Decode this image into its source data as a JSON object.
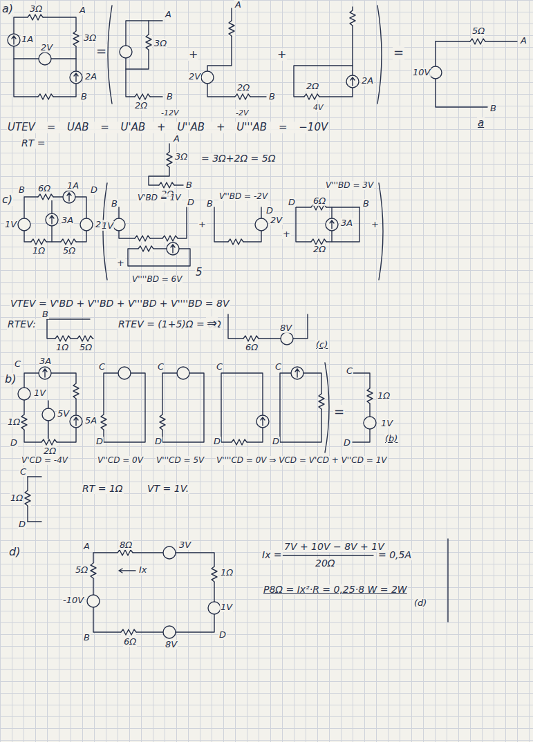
{
  "diagram": {
    "labels": [
      "a)",
      "3Ω",
      "A",
      "3Ω",
      "1A",
      "2V",
      "2A",
      "B",
      "=",
      "A",
      "3Ω",
      "2Ω",
      "B",
      "+",
      "A",
      "2V",
      "2Ω",
      "B",
      "+",
      "2A",
      "2Ω",
      "=",
      "5Ω",
      "A",
      "10V",
      "B",
      "a",
      "-12V",
      "-2V",
      "4V",
      "UTEV = UAB = U'AB + U''AB + U'''AB = −10V",
      "RT =",
      "A",
      "3Ω",
      "2Ω",
      "B",
      "= 3Ω+2Ω = 5Ω",
      "c)",
      "B",
      "6Ω",
      "1A",
      "D",
      "1V",
      "3A",
      "2V",
      "1Ω",
      "5Ω",
      "B",
      "V'BD = 1V",
      "D",
      "1V",
      "+",
      "5",
      "V''''BD = 6V",
      "+",
      "B",
      "V''BD = -2V",
      "D",
      "2V",
      "+",
      "D",
      "V'''BD = 3V",
      "6Ω",
      "3A",
      "2Ω",
      "B",
      "+",
      "VTEV = V'BD + V''BD + V'''BD + V''''BD = 8V",
      "RTEV:",
      "B",
      "1Ω",
      "5Ω",
      "RTEV = (1+5)Ω = 6Ω",
      "⇒",
      "6Ω",
      "8V",
      "(c)",
      "b)",
      "C",
      "3A",
      "1V",
      "5V",
      "1Ω",
      "5A",
      "2Ω",
      "D",
      "C",
      "D",
      "C",
      "D",
      "C",
      "D",
      "C",
      "D",
      "V'CD = -4V",
      "V''CD = 0V",
      "V'''CD = 5V",
      "V''''CD = 0V ⇒ VCD = V'CD + V''CD = 1V",
      "=",
      "C",
      "1Ω",
      "1V",
      "D",
      "(b)",
      "C",
      "1Ω",
      "D",
      "RT = 1Ω",
      "VT = 1V.",
      "d)",
      "A",
      "8Ω",
      "3V",
      "Ix",
      "1Ω",
      "5Ω",
      "-10V",
      "1V",
      "B",
      "6Ω",
      "8V",
      "D",
      "Ix =",
      "7V + 10V − 8V + 1V",
      "20Ω",
      "= 0,5A",
      "P8Ω = Ix²·R = 0,25·8 W = 2W",
      "(d)"
    ]
  }
}
